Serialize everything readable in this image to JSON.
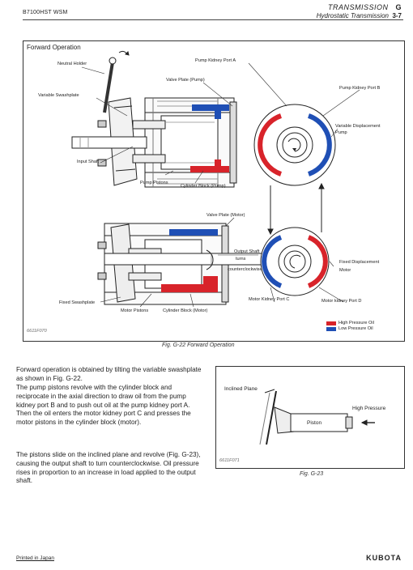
{
  "header": {
    "model": "B7100HST WSM",
    "section": "TRANSMISSION",
    "section_letter": "G",
    "subsection": "Hydrostatic Transmission",
    "page": "3-7"
  },
  "fig22": {
    "box_title": "Forward Operation",
    "labels": {
      "neutral_holder": "Neutral Holder",
      "variable_swashplate": "Variable Swashplate",
      "valve_plate_pump": "Valve Plate (Pump)",
      "pump_kidney_a": "Pump Kidney Port A",
      "pump_kidney_b": "Pump Kidney Port B",
      "variable_disp_pump_1": "Variable Displacement",
      "variable_disp_pump_2": "Pump",
      "input_shaft": "Input Shaft",
      "pump_pistons": "Pump Pistons",
      "cylinder_block_pump": "Cylinder Block (Pump)",
      "valve_plate_motor": "Valve Plate (Motor)",
      "output_shaft_1": "Output Shaft",
      "output_shaft_2": "turns",
      "output_shaft_3": "counterclockwise",
      "fixed_disp_motor_1": "Fixed Displacement",
      "fixed_disp_motor_2": "Motor",
      "fixed_swashplate": "Fixed Swashplate",
      "motor_pistons": "Motor Pistons",
      "cylinder_block_motor": "Cylinder Block (Motor)",
      "motor_kidney_c": "Motor Kidney Port C",
      "motor_kidney_d": "Motor kidney Port D",
      "ref_code": "6611F070",
      "legend_high": "High Pressure Oil",
      "legend_low": "Low Pressure Oil"
    },
    "caption": "Fig. G-22  Forward Operation",
    "colors": {
      "high": "#d8232a",
      "low": "#1f4fb5"
    }
  },
  "body_text": {
    "para1": "Forward operation is obtained by tilting the variable swashplate as shown in Fig. G-22.",
    "para2": "The pump pistons revolve with the cylinder block and reciprocate in the axial direction to draw oil from the pump kidney port B and to push out oil at the pump kidney port A. Then the oil enters the motor kidney port C and presses the motor pistons in the cylinder block (motor).",
    "para3": "The pistons slide on the inclined plane and revolve (Fig. G-23), causing the output shaft to turn counterclockwise. Oil pressure rises in proportion to an increase in load applied to the output shaft."
  },
  "fig23": {
    "inclined_plane": "Inclined Plane",
    "high_pressure": "High Pressure",
    "piston": "Piston",
    "ref_code": "6611F071",
    "caption": "Fig. G-23"
  },
  "footer": {
    "printed": "Printed in Japan",
    "brand": "KUBOTA"
  }
}
